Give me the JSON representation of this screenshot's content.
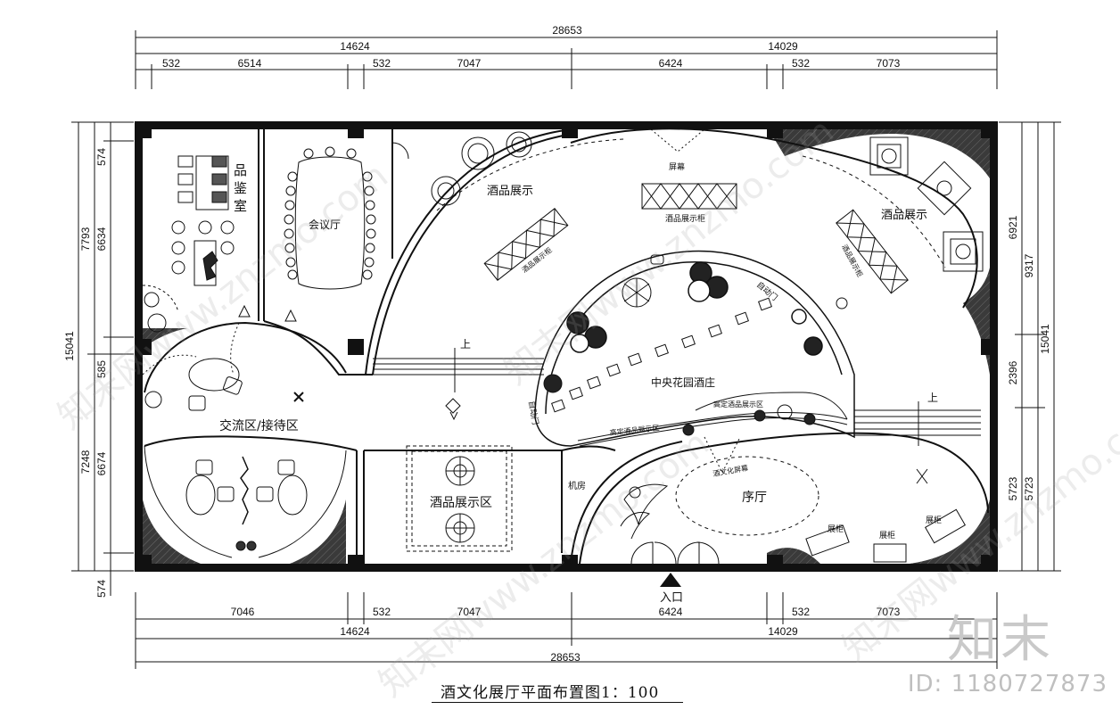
{
  "drawing": {
    "title": "酒文化展厅平面布置图1：100",
    "watermark_id": "ID: 1180727873",
    "watermark_logo": "知末",
    "watermark_text": "知末网www.znzmo.com"
  },
  "dimensions": {
    "top_total": "28653",
    "top_half_left": "14624",
    "top_half_right": "14029",
    "top_segments": [
      "532",
      "6514",
      "532",
      "7047",
      "6424",
      "532",
      "7073"
    ],
    "bottom_total": "28653",
    "bottom_half_left": "14624",
    "bottom_half_right": "14029",
    "bottom_segments": [
      "7046",
      "532",
      "7047",
      "6424",
      "532",
      "7073"
    ],
    "left_total": "15041",
    "left_outer": [
      "7793",
      "7248"
    ],
    "left_inner": [
      "574",
      "6634",
      "585",
      "6674",
      "574"
    ],
    "right_total": "15041",
    "right_outer": [
      "9317",
      "5723"
    ],
    "right_inner": [
      "6921",
      "2396",
      "5723"
    ]
  },
  "rooms": {
    "tasting_a": "品",
    "tasting_b": "鉴",
    "tasting_c": "室",
    "meeting": "会议厅",
    "reception": "交流区/接待区",
    "wine_display_center": "酒品展示区",
    "machine_room": "机房",
    "central_garden": "中央花园酒庄",
    "prelude_hall": "序厅",
    "wine_show_left": "酒品展示",
    "wine_show_right": "酒品展示"
  },
  "labels": {
    "screen": "屏幕",
    "cabinet_center": "酒品展示柜",
    "cabinet_left": "酒品展示柜",
    "cabinet_right": "酒品展示柜",
    "auto_door_top": "自动门",
    "auto_door_left": "自动门",
    "high_cabinet_a": "高定酒品展示区",
    "high_cabinet_b": "高定酒品展示区",
    "culture_screen": "酒文化屏幕",
    "display_1": "展柜",
    "display_2": "展柜",
    "display_3": "展柜",
    "up_left": "上",
    "up_right": "上",
    "entrance": "入口"
  }
}
